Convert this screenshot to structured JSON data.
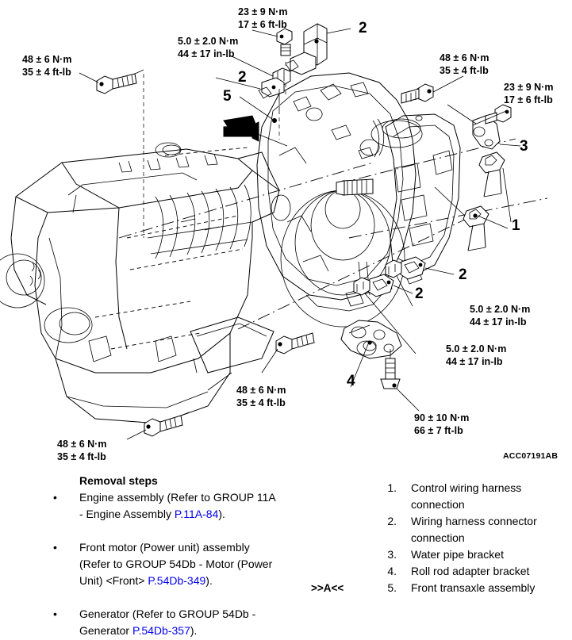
{
  "figure": {
    "code": "ACC07191AB"
  },
  "torque_specs": [
    {
      "id": "t-left-upper",
      "nm": "48 ± 6 N·m",
      "imperial": "35 ± 4 ft-lb"
    },
    {
      "id": "t-top-mid",
      "nm": "5.0 ± 2.0 N·m",
      "imperial": "44 ± 17 in-lb"
    },
    {
      "id": "t-top-right",
      "nm": "23 ± 9 N·m",
      "imperial": "17 ± 6 ft-lb"
    },
    {
      "id": "t-right-upper",
      "nm": "48 ± 6 N·m",
      "imperial": "35 ± 4 ft-lb"
    },
    {
      "id": "t-right-far",
      "nm": "23 ± 9 N·m",
      "imperial": "17 ± 6 ft-lb"
    },
    {
      "id": "t-right-mid",
      "nm": "5.0 ± 2.0 N·m",
      "imperial": "44 ± 17 in-lb"
    },
    {
      "id": "t-right-low",
      "nm": "5.0 ± 2.0 N·m",
      "imperial": "44 ± 17 in-lb"
    },
    {
      "id": "t-bottom-mid",
      "nm": "48 ± 6 N·m",
      "imperial": "35 ± 4 ft-lb"
    },
    {
      "id": "t-bottom-right",
      "nm": "90 ± 10 N·m",
      "imperial": "66 ± 7 ft-lb"
    },
    {
      "id": "t-bottom-left",
      "nm": "48 ± 6 N·m",
      "imperial": "35 ± 4 ft-lb"
    }
  ],
  "callouts": [
    {
      "id": "c-2-top",
      "label": "2"
    },
    {
      "id": "c-2-upper",
      "label": "2"
    },
    {
      "id": "c-5",
      "label": "5"
    },
    {
      "id": "c-3",
      "label": "3"
    },
    {
      "id": "c-1",
      "label": "1"
    },
    {
      "id": "c-2-right",
      "label": "2"
    },
    {
      "id": "c-2-mid",
      "label": "2"
    },
    {
      "id": "c-4",
      "label": "4"
    }
  ],
  "removal": {
    "title": "Removal steps",
    "bullet": "•",
    "steps": [
      {
        "pre": "Engine assembly (Refer to GROUP 11A - Engine Assembly ",
        "link": "P.11A-84",
        "post": ")."
      },
      {
        "pre": "Front motor (Power unit) assembly (Refer to GROUP 54Db - Motor (Power Unit) <Front> ",
        "link": "P.54Db-349",
        "post": ")."
      },
      {
        "pre": "Generator (Refer to GROUP 54Db - Generator ",
        "link": "P.54Db-357",
        "post": ")."
      }
    ]
  },
  "parts": {
    "a_marker": ">>A<<",
    "items": [
      {
        "num": "1.",
        "label": "Control wiring harness connection"
      },
      {
        "num": "2.",
        "label": "Wiring harness connector connection"
      },
      {
        "num": "3.",
        "label": "Water pipe bracket"
      },
      {
        "num": "4.",
        "label": "Roll rod adapter bracket"
      },
      {
        "num": "5.",
        "label": "Front transaxle assembly"
      }
    ]
  },
  "colors": {
    "link": "#0000ee",
    "line": "#000000"
  }
}
